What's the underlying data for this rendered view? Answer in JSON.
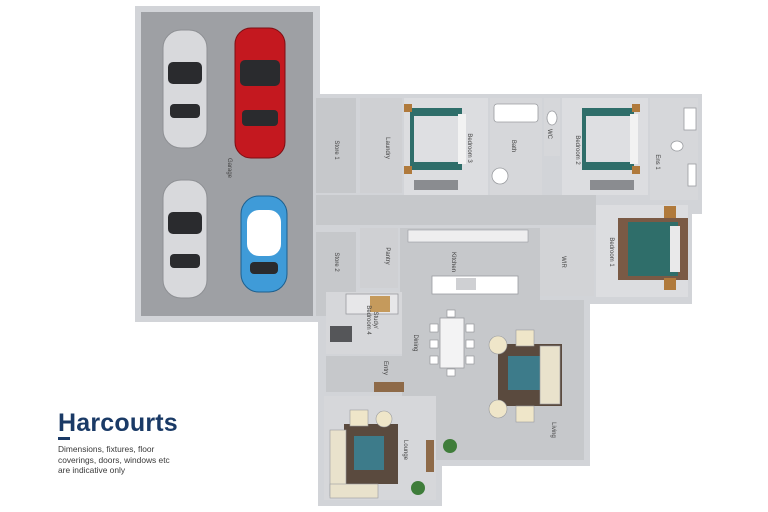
{
  "brand": {
    "name": "Harcourts",
    "disclaimer": [
      "Dimensions, fixtures, floor",
      "coverings, doors, windows etc",
      "are indicative only"
    ]
  },
  "rooms": {
    "garage": "Garage",
    "store1": "Store 1",
    "store2": "Store 2",
    "laundry": "Laundry",
    "bedroom3": "Bedroom 3",
    "bath": "Bath",
    "wc": "WC",
    "bedroom2": "Bedroom 2",
    "ens1": "Ens 1",
    "bedroom1": "Bedroom 1",
    "wir": "WIR",
    "pantry": "Pantry",
    "kitchen": "Kitchen",
    "study": "Study/",
    "bedroom4": "Bedroom 4",
    "dining": "Dining",
    "entry": "Entry",
    "living": "Living",
    "lounge": "Lounge"
  },
  "colors": {
    "wall": "#d2d4d8",
    "floor_garage": "#9ea0a4",
    "floor_hall": "#c6c8cb",
    "floor_room": "#dcdde0",
    "car_silver": "#d8d9dc",
    "car_red": "#c4181f",
    "car_blue": "#3f9bd8",
    "bed_teal": "#2f6e6a",
    "brand": "#1a3a66"
  }
}
